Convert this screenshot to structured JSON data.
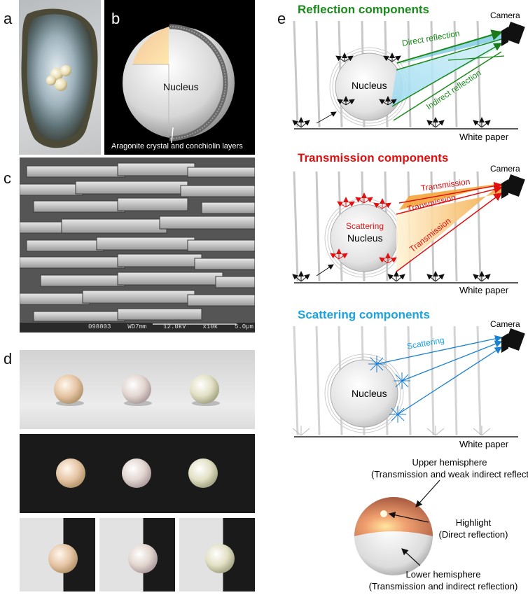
{
  "panel_labels": {
    "a": "a",
    "b": "b",
    "c": "c",
    "d": "d",
    "e": "e"
  },
  "panel_b": {
    "nucleus": "Nucleus",
    "layers": "Aragonite crystal and conchiolin layers"
  },
  "panel_c": {
    "sem_info": [
      "098803",
      "WD7mm",
      "12.0kV",
      "x10k",
      "5.0µm"
    ]
  },
  "panel_e": {
    "reflection": {
      "title": "Reflection components",
      "camera": "Camera",
      "direct": "Direct reflection",
      "indirect": "Indirect reflection",
      "nucleus": "Nucleus",
      "paper": "White paper"
    },
    "transmission": {
      "title": "Transmission components",
      "camera": "Camera",
      "t1": "Transmission",
      "t2": "Transmission",
      "t3": "Transmission",
      "scattering": "Scattering",
      "nucleus": "Nucleus",
      "paper": "White paper"
    },
    "scattering": {
      "title": "Scattering components",
      "camera": "Camera",
      "scattering": "Scattering",
      "nucleus": "Nucleus",
      "paper": "White paper"
    },
    "hemisphere": {
      "upper_title": "Upper hemisphere",
      "upper_desc": "(Transmission and weak indirect reflection)",
      "highlight_title": "Highlight",
      "highlight_desc": "(Direct reflection)",
      "lower_title": "Lower hemisphere",
      "lower_desc": "(Transmission and indirect reflection)"
    }
  },
  "colors": {
    "reflection": "#1a8a1a",
    "transmission": "#e01010",
    "scattering": "#1aa3e0"
  }
}
